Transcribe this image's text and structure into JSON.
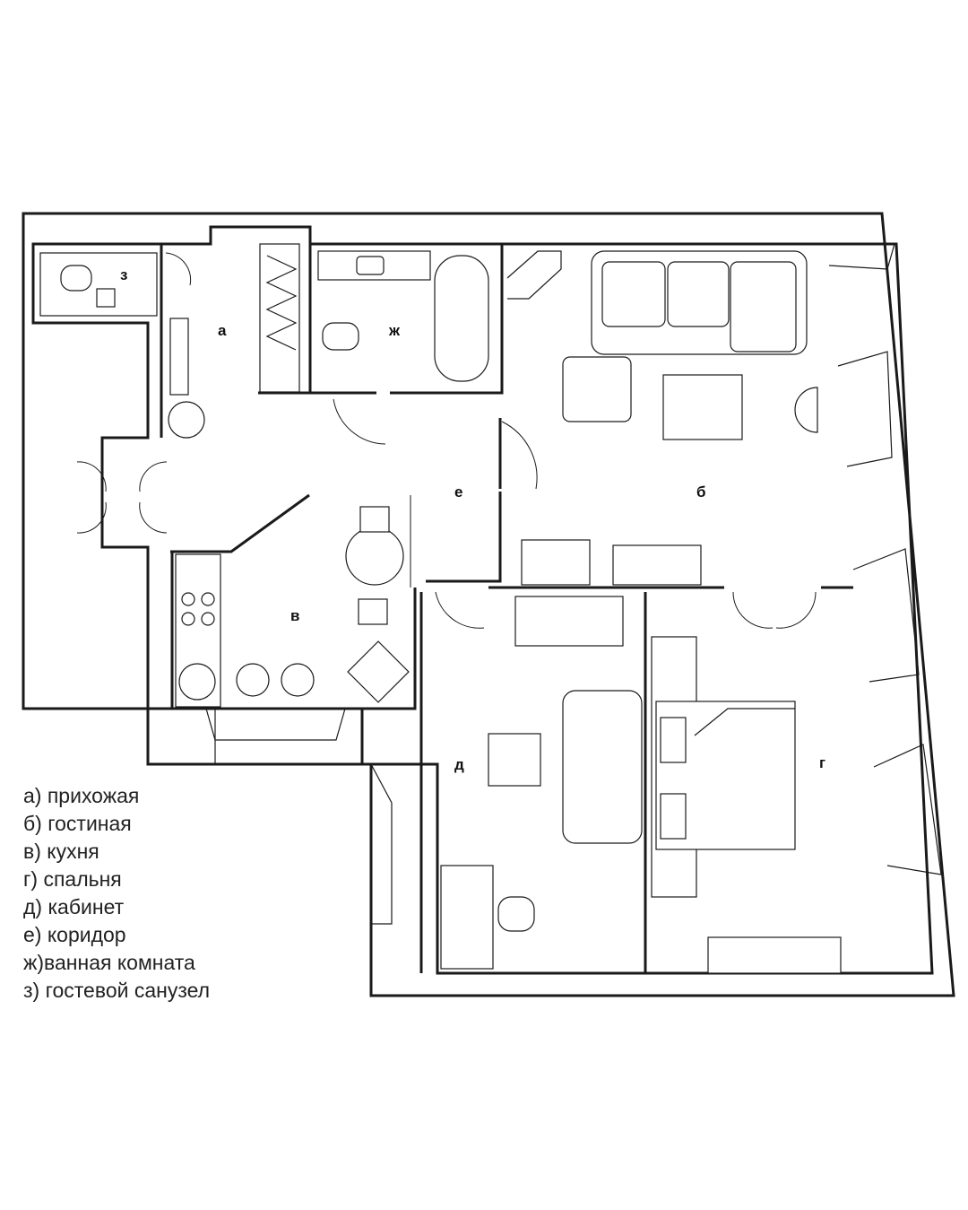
{
  "rooms": [
    {
      "key": "a",
      "letter": "а"
    },
    {
      "key": "b",
      "letter": "б"
    },
    {
      "key": "v",
      "letter": "в"
    },
    {
      "key": "g",
      "letter": "г"
    },
    {
      "key": "d",
      "letter": "д"
    },
    {
      "key": "e",
      "letter": "е"
    },
    {
      "key": "zh",
      "letter": "ж"
    },
    {
      "key": "z",
      "letter": "з"
    }
  ],
  "legend": [
    {
      "marker": "а)",
      "text": "прихожая"
    },
    {
      "marker": "б)",
      "text": "гостиная"
    },
    {
      "marker": "в)",
      "text": "кухня"
    },
    {
      "marker": "г)",
      "text": "спальня"
    },
    {
      "marker": "д)",
      "text": "кабинет"
    },
    {
      "marker": "е)",
      "text": "коридор"
    },
    {
      "marker": "ж)",
      "text": "ванная комната"
    },
    {
      "marker": "з)",
      "text": "гостевой санузел"
    }
  ]
}
